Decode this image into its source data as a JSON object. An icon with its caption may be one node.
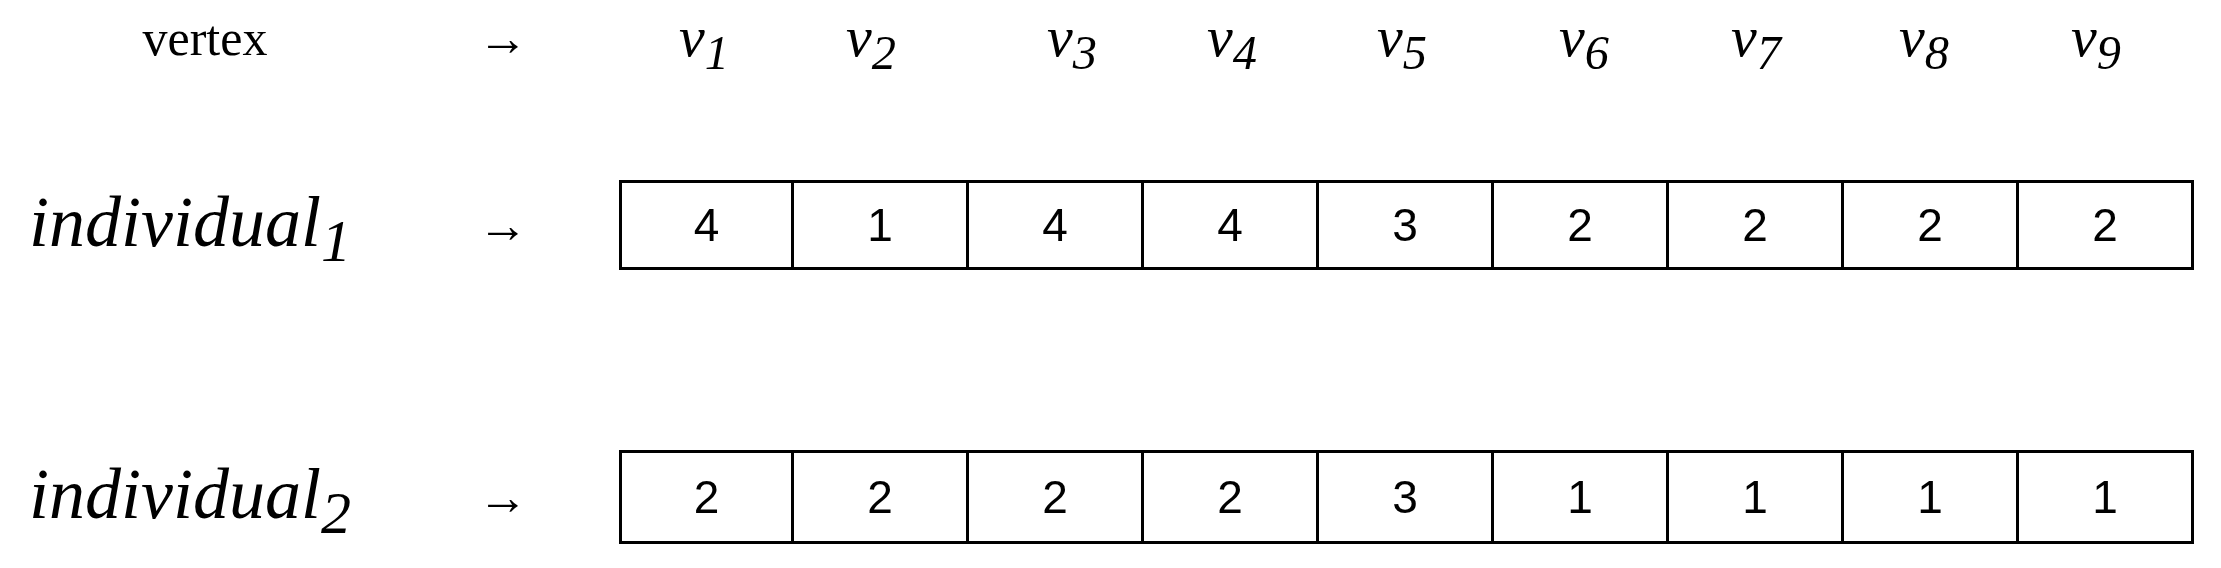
{
  "diagram": {
    "labels": [
      "vertex",
      "→",
      "v$_{1}$",
      "v$_{2}$",
      "v$_{3}$",
      "v$_{4}$",
      "v$_{5}$",
      "v$_{6}$",
      "v$_{7}$",
      "v$_{8}$",
      "v$_{9}$",
      "individual$_{1}$",
      "→",
      "4",
      "1",
      "4",
      "4",
      "3",
      "2",
      "2",
      "2",
      "2",
      "individual$_{2}$",
      "→",
      "2",
      "2",
      "2",
      "2",
      "3",
      "1",
      "1",
      "1",
      "1"
    ]
  }
}
